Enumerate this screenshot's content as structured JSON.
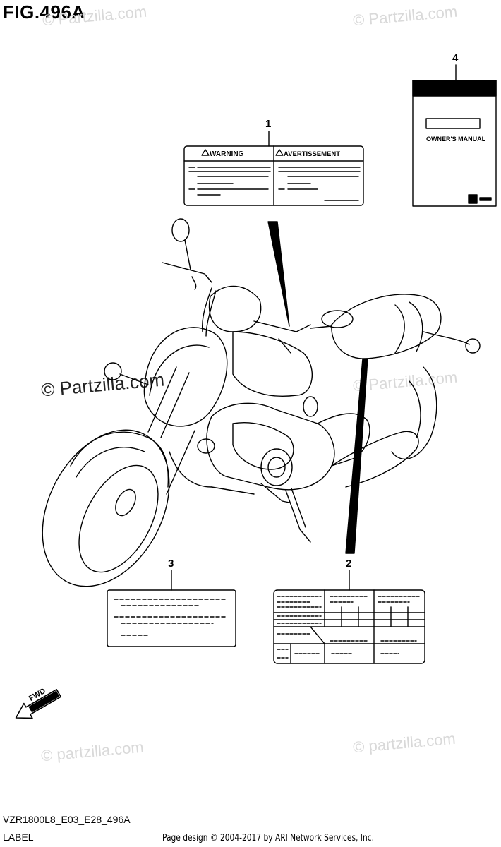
{
  "figure": {
    "title": "FIG.496A",
    "model_code": "VZR1800L8_E03_E28_496A",
    "section": "LABEL",
    "footer": "Page design © 2004-2017 by ARI Network Services, Inc."
  },
  "watermarks": {
    "text": "© Partzilla.com",
    "text_lower": "© partzilla.com"
  },
  "callouts": {
    "c1": "1",
    "c2": "2",
    "c3": "3",
    "c4": "4"
  },
  "labels": {
    "warning_en": "WARNING",
    "warning_fr": "AVERTISSEMENT",
    "owners_manual": "OWNER'S MANUAL",
    "fwd": "FWD"
  },
  "colors": {
    "line": "#000000",
    "watermark": "#d9d9d9"
  }
}
